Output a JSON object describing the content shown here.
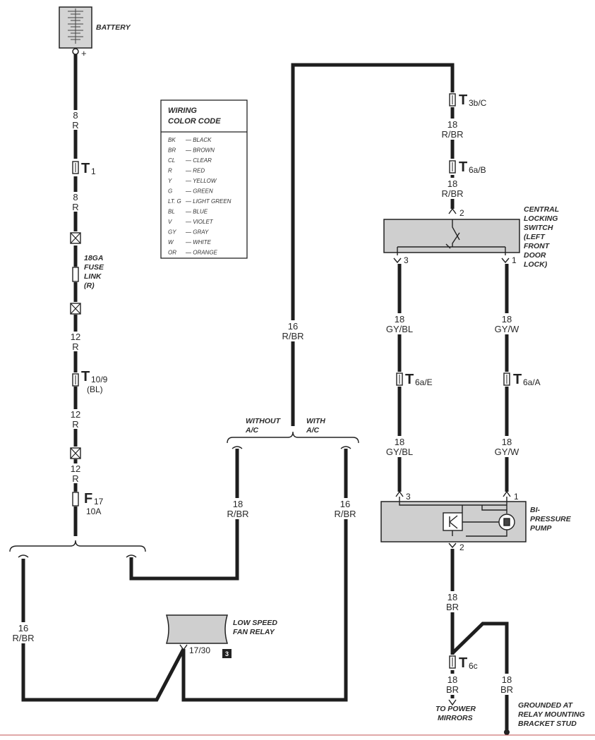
{
  "components": {
    "battery": "BATTERY",
    "battery_plus": "+",
    "fuse_link": [
      "18GA",
      "FUSE",
      "LINK",
      "(R)"
    ],
    "central_switch": [
      "CENTRAL",
      "LOCKING",
      "SWITCH",
      "(LEFT",
      "FRONT",
      "DOOR",
      "LOCK)"
    ],
    "pump": [
      "BI-",
      "PRESSURE",
      "PUMP"
    ],
    "fan_relay": [
      "LOW SPEED",
      "FAN RELAY"
    ],
    "fan_relay_pin": "17/30",
    "fan_relay_badge": "3",
    "without_ac": [
      "WITHOUT",
      "A/C"
    ],
    "with_ac": [
      "WITH",
      "A/C"
    ],
    "to_power_mirrors": [
      "TO POWER",
      "MIRRORS"
    ],
    "grounded": [
      "GROUNDED AT",
      "RELAY MOUNTING",
      "BRACKET STUD"
    ]
  },
  "connectors": {
    "t1": {
      "main": "T",
      "sub": "1"
    },
    "t10": {
      "main": "T",
      "sub": "10/9",
      "extra": "(BL)"
    },
    "f17": {
      "main": "F",
      "sub": "17",
      "extra": "10A"
    },
    "t3b": {
      "main": "T",
      "sub": "3b/C"
    },
    "t6ab": {
      "main": "T",
      "sub": "6a/B"
    },
    "t6ae": {
      "main": "T",
      "sub": "6a/E"
    },
    "t6aa": {
      "main": "T",
      "sub": "6a/A"
    },
    "t6c": {
      "main": "T",
      "sub": "6c"
    }
  },
  "wire_labels": {
    "w1": {
      "gauge": "8",
      "color": "R"
    },
    "w2": {
      "gauge": "8",
      "color": "R"
    },
    "w3": {
      "gauge": "12",
      "color": "R"
    },
    "w4": {
      "gauge": "12",
      "color": "R"
    },
    "w5": {
      "gauge": "12",
      "color": "R"
    },
    "w6": {
      "gauge": "16",
      "color": "R/BR"
    },
    "w7": {
      "gauge": "18",
      "color": "R/BR"
    },
    "w8": {
      "gauge": "16",
      "color": "R/BR"
    },
    "w9": {
      "gauge": "16",
      "color": "R/BR"
    },
    "w10": {
      "gauge": "18",
      "color": "R/BR"
    },
    "w11": {
      "gauge": "18",
      "color": "R/BR"
    },
    "w12": {
      "gauge": "18",
      "color": "GY/BL"
    },
    "w13": {
      "gauge": "18",
      "color": "GY/W"
    },
    "w14": {
      "gauge": "18",
      "color": "GY/BL"
    },
    "w15": {
      "gauge": "18",
      "color": "GY/W"
    },
    "w16": {
      "gauge": "18",
      "color": "BR"
    },
    "w17": {
      "gauge": "18",
      "color": "BR"
    },
    "w18": {
      "gauge": "18",
      "color": "BR"
    }
  },
  "pins": {
    "switch_2": "2",
    "switch_3": "3",
    "switch_1": "1",
    "pump_3": "3",
    "pump_1": "1",
    "pump_2": "2"
  },
  "legend": {
    "title": [
      "WIRING",
      "COLOR CODE"
    ],
    "rows": [
      {
        "code": "BK",
        "name": "BLACK"
      },
      {
        "code": "BR",
        "name": "BROWN"
      },
      {
        "code": "CL",
        "name": "CLEAR"
      },
      {
        "code": "R",
        "name": "RED"
      },
      {
        "code": "Y",
        "name": "YELLOW"
      },
      {
        "code": "G",
        "name": "GREEN"
      },
      {
        "code": "LT. G",
        "name": "LIGHT GREEN"
      },
      {
        "code": "BL",
        "name": "BLUE"
      },
      {
        "code": "V",
        "name": "VIOLET"
      },
      {
        "code": "GY",
        "name": "GRAY"
      },
      {
        "code": "W",
        "name": "WHITE"
      },
      {
        "code": "OR",
        "name": "ORANGE"
      }
    ]
  }
}
